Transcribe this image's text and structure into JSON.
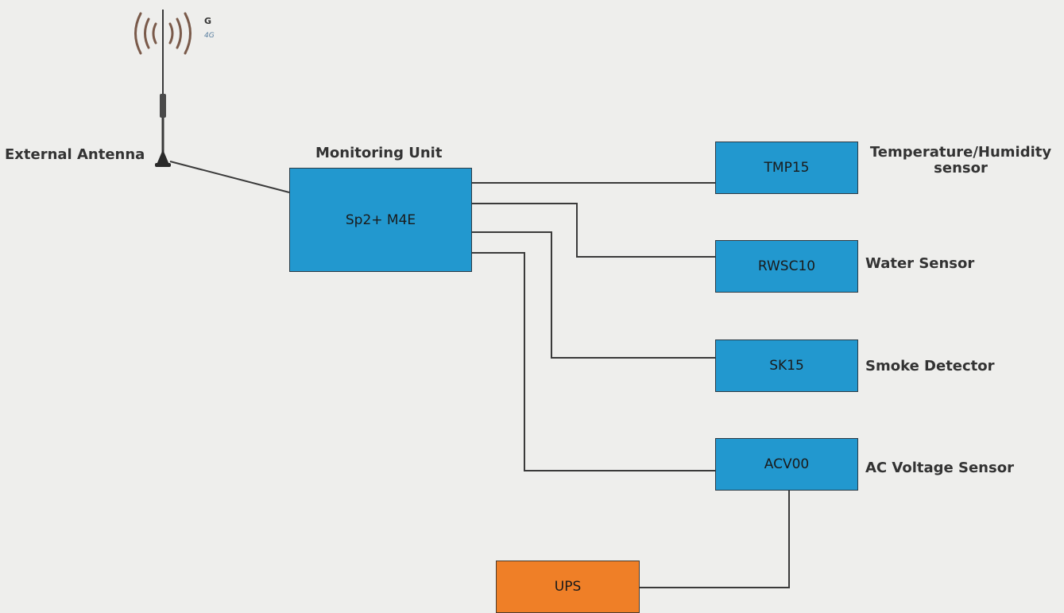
{
  "antenna": {
    "label": "External Antenna",
    "badges": [
      "G",
      "4G"
    ]
  },
  "monitoring_unit": {
    "title": "Monitoring Unit",
    "model": "Sp2+ M4E"
  },
  "sensors": [
    {
      "code": "TMP15",
      "name_line1": "Temperature/Humidity",
      "name_line2": "sensor"
    },
    {
      "code": "RWSC10",
      "name": "Water Sensor"
    },
    {
      "code": "SK15",
      "name": "Smoke Detector"
    },
    {
      "code": "ACV00",
      "name": "AC Voltage Sensor"
    }
  ],
  "ups": {
    "label": "UPS"
  },
  "colors": {
    "background": "#eeeeec",
    "device_blue": "#2298cf",
    "ups_orange": "#ef7f27",
    "wire": "#3a3a3a",
    "antenna_waves": "#7a5a4a"
  }
}
